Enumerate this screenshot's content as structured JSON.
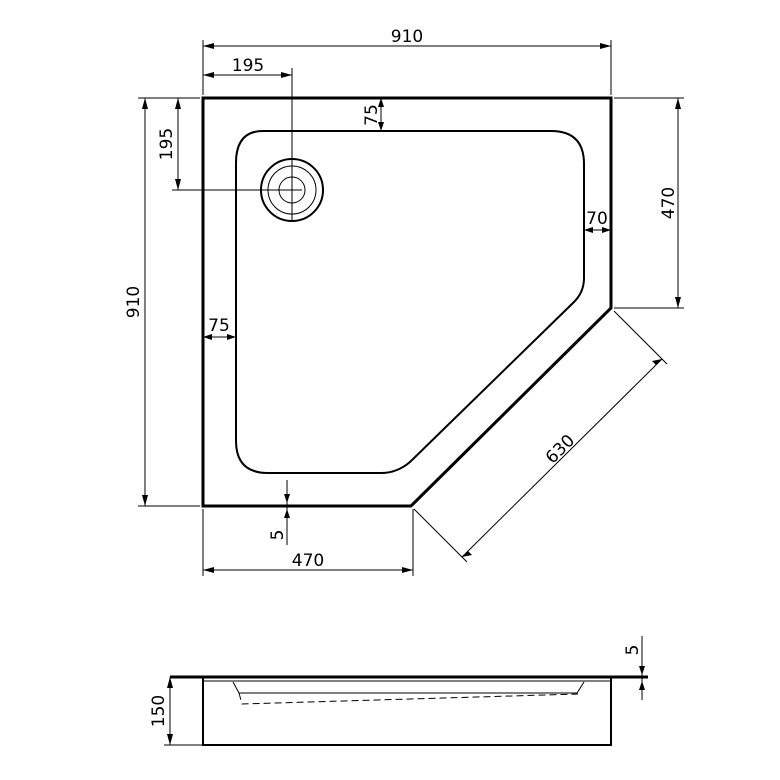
{
  "dimensions": {
    "top_width": "910",
    "drain_offset_x": "195",
    "drain_offset_y": "195",
    "border_top": "75",
    "left_height": "910",
    "right_side": "470",
    "border_right": "70",
    "border_left": "75",
    "diagonal": "630",
    "edge_gap": "5",
    "bottom_side": "470",
    "section_top": "5",
    "section_height": "150"
  }
}
